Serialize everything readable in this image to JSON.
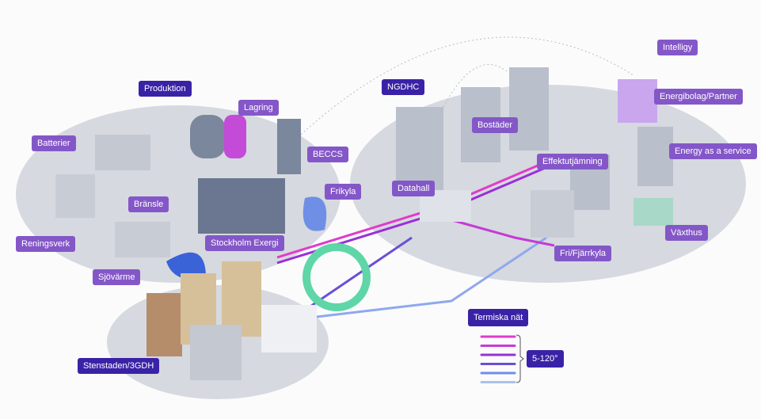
{
  "labels": {
    "produktion": "Produktion",
    "lagring": "Lagring",
    "batterier": "Batterier",
    "beccs": "BECCS",
    "frikyla": "Frikyla",
    "bransle": "Bränsle",
    "reningsverk": "Reningsverk",
    "stockholm_exergi": "Stockholm Exergi",
    "sjovarme": "Sjövärme",
    "stenstaden": "Stenstaden/3GDH",
    "ngdhc": "NGDHC",
    "intelligy": "Intelligy",
    "bostader": "Bostäder",
    "energibolag": "Energibolag/Partner",
    "energy_service": "Energy as a service",
    "effektutjamning": "Effektutjämning",
    "datahall": "Datahall",
    "vaxthus": "Växthus",
    "fri_fjarrkyla": "Fri/Fjärrkyla"
  },
  "legend": {
    "title": "Termiska nät",
    "range": "5-120°",
    "line_colors": [
      "#e03bc8",
      "#c43bd6",
      "#9a2fd6",
      "#6a4fd6",
      "#6f8fe6",
      "#aac0f0"
    ]
  },
  "colors": {
    "label": "#8457c8",
    "label_dark": "#3a22a6",
    "ground": "#d6d9df"
  }
}
